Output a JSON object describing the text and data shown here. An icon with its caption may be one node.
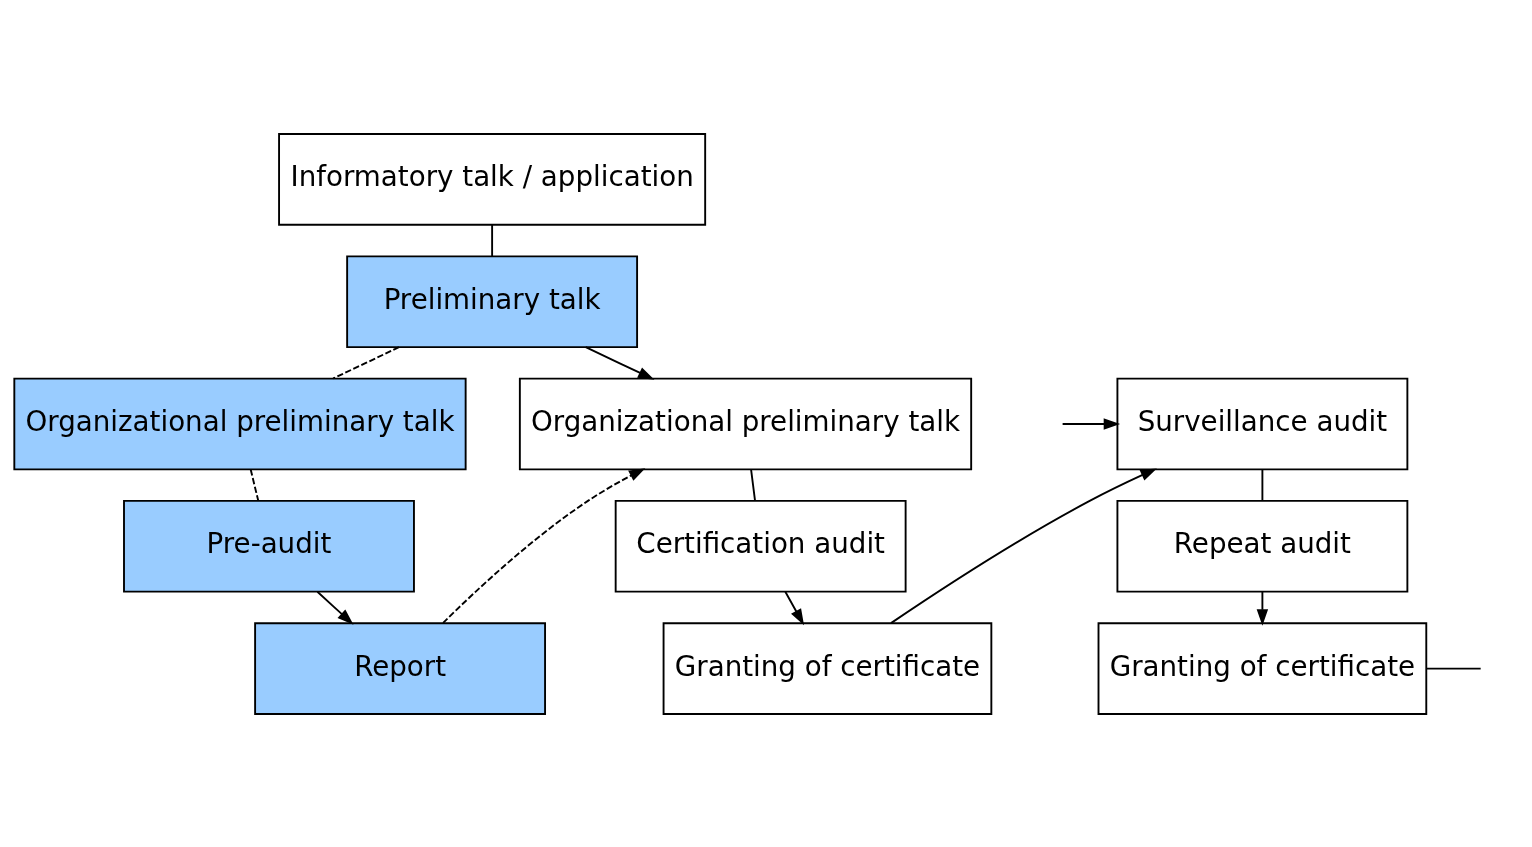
{
  "diagram": {
    "nodes": [
      {
        "text": [
          "Informatory talk / application"
        ]
      },
      {
        "text": [
          "Preliminary talk"
        ]
      },
      {
        "text": [
          "Organizational preliminary talk"
        ]
      },
      {
        "text": [
          "Pre-audit"
        ]
      },
      {
        "text": [
          "Report"
        ]
      },
      {
        "text": [
          "Organizational preliminary talk"
        ]
      },
      {
        "text": [
          "Certification audit"
        ]
      },
      {
        "text": [
          "Granting of certificate"
        ]
      },
      {
        "text": [
          "Surveillance audit"
        ]
      },
      {
        "text": [
          "Repeat audit"
        ]
      },
      {
        "text": [
          "Granting of certificate"
        ]
      }
    ],
    "edges": [
      {
        "from": 0,
        "to": 1,
        "arrow": "none"
      },
      {
        "from": 1,
        "to": 5,
        "arrow": "to"
      },
      {
        "from": 1,
        "to": 2,
        "arrow": "none",
        "style": "dashed"
      },
      {
        "from": 2,
        "to": 3,
        "arrow": "none",
        "style": "dashed"
      },
      {
        "from": 3,
        "to": 4,
        "arrow": "to"
      },
      {
        "from": 4,
        "to": 5,
        "arrow": "to",
        "style": "dashed"
      },
      {
        "from": 5,
        "to": 6,
        "arrow": "none"
      },
      {
        "from": 6,
        "to": 7,
        "arrow": "to"
      },
      {
        "from": 7,
        "to": 8,
        "arrow": "to"
      },
      {
        "from": null,
        "to": 8,
        "arrow": "to"
      },
      {
        "from": 8,
        "to": 9,
        "arrow": "none"
      },
      {
        "from": 9,
        "to": 10,
        "arrow": "to"
      },
      {
        "from": 10,
        "to": null,
        "arrow": "none"
      }
    ]
  }
}
